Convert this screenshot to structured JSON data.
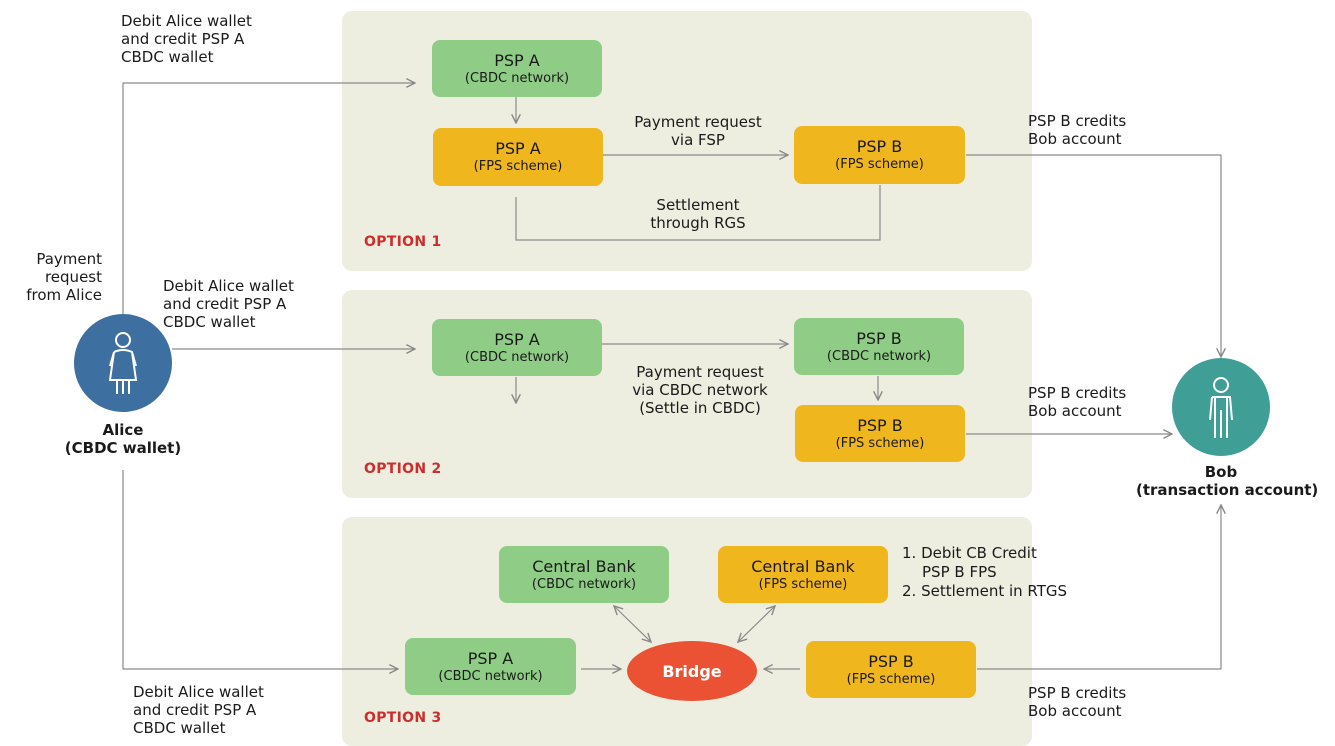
{
  "alice": {
    "icon": "person-icon",
    "name": "Alice",
    "wallet": "(CBDC wallet)",
    "color": "#3d6fa0",
    "request_label": [
      "Payment",
      "request",
      "from Alice"
    ]
  },
  "bob": {
    "icon": "person-icon",
    "name": "Bob",
    "account": "(transaction account)",
    "color": "#3f9e96"
  },
  "option1": {
    "tag": "OPTION 1",
    "debit_label": [
      "Debit Alice wallet",
      "and credit PSP A",
      "CBDC wallet"
    ],
    "psp_a_cbdc": {
      "title": "PSP A",
      "sub": "(CBDC network)"
    },
    "psp_a_fps": {
      "title": "PSP A",
      "sub": "(FPS scheme)"
    },
    "psp_b_fps": {
      "title": "PSP B",
      "sub": "(FPS scheme)"
    },
    "request_label": [
      "Payment request",
      "via FSP"
    ],
    "settlement_label": [
      "Settlement",
      "through RGS"
    ],
    "credit_label": [
      "PSP B credits",
      "Bob account"
    ]
  },
  "option2": {
    "tag": "OPTION 2",
    "debit_label": [
      "Debit Alice wallet",
      "and credit PSP A",
      "CBDC wallet"
    ],
    "psp_a_cbdc": {
      "title": "PSP A",
      "sub": "(CBDC network)"
    },
    "psp_b_cbdc": {
      "title": "PSP B",
      "sub": "(CBDC network)"
    },
    "psp_b_fps": {
      "title": "PSP B",
      "sub": "(FPS scheme)"
    },
    "request_label": [
      "Payment request",
      "via CBDC network",
      "(Settle in CBDC)"
    ],
    "credit_label": [
      "PSP B credits",
      "Bob account"
    ]
  },
  "option3": {
    "tag": "OPTION 3",
    "debit_label": [
      "Debit Alice wallet",
      "and credit PSP A",
      "CBDC wallet"
    ],
    "cb_cbdc": {
      "title": "Central Bank",
      "sub": "(CBDC network)"
    },
    "cb_fps": {
      "title": "Central Bank",
      "sub": "(FPS scheme)"
    },
    "psp_a_cbdc": {
      "title": "PSP A",
      "sub": "(CBDC network)"
    },
    "psp_b_fps": {
      "title": "PSP B",
      "sub": "(FPS scheme)"
    },
    "bridge": "Bridge",
    "steps": [
      "1. Debit CB Credit",
      "PSP B FPS",
      "2. Settlement in RTGS"
    ],
    "credit_label": [
      "PSP B credits",
      "Bob account"
    ]
  },
  "colors": {
    "panel": "#eeeee0",
    "green_box": "#8fcd86",
    "yellow_box": "#f0b61e",
    "bridge": "#ea5233",
    "option_tag": "#cc2d2d",
    "arrow": "#888888"
  }
}
